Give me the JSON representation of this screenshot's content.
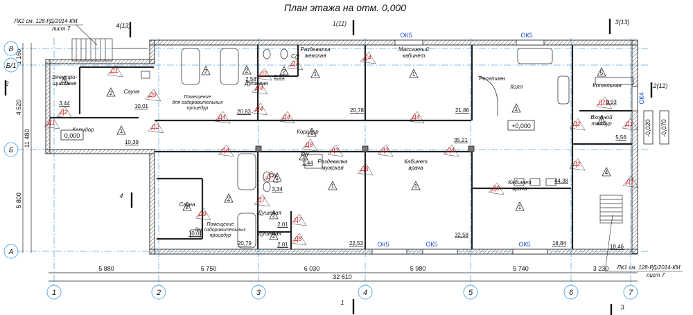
{
  "title": "План этажа на отм. 0,000",
  "notes": {
    "lk2": "ЛК2 см. 128-РД/2014-КМ",
    "lk2_sheet": "лист 7",
    "lk1": "ЛК1 см. 128-РД/2014-КМ",
    "lk1_sheet": "лист 7"
  },
  "section_marks": [
    "4(13)",
    "1(11)",
    "3(13)",
    "2(12)",
    "4",
    "1",
    "3",
    "2"
  ],
  "grid_rows": [
    "В",
    "Б/1",
    "Б",
    "А"
  ],
  "grid_cols": [
    "1",
    "2",
    "3",
    "4",
    "5",
    "6",
    "7"
  ],
  "dims": {
    "row_spacing": [
      "1 160",
      "4 520",
      "5 800"
    ],
    "row_total": "11 480",
    "col_spacing": [
      "5 880",
      "5 750",
      "6 030",
      "5 980",
      "5 740",
      "3 230"
    ],
    "col_total": "32 610"
  },
  "rooms": [
    {
      "num": "3",
      "name": "Электро-\nщитовая",
      "area": "3,44"
    },
    {
      "num": "2",
      "name": "Сауна",
      "area": "10,01"
    },
    {
      "num": "1",
      "name": "Коридор",
      "area": "10,39"
    },
    {
      "num": "2",
      "name": "Помещение\nдля оздоровительных\nпроцедур",
      "area": "20,83"
    },
    {
      "num": "2",
      "name": "Душевая",
      "area": "2,58"
    },
    {
      "num": "2",
      "name": "С/у",
      "area": "2,31"
    },
    {
      "num": "1",
      "name": "Раздевалка\nженская",
      "area": "20,78"
    },
    {
      "num": "1",
      "name": "Массажный\nкабинет",
      "area": "21,86"
    },
    {
      "num": "1",
      "name": "Холл",
      "area": ""
    },
    {
      "num": "5",
      "name": "Котельная",
      "area": "9,93"
    },
    {
      "num": "1",
      "name": "Входной\nтамбур",
      "area": "5,56"
    },
    {
      "num": "1",
      "name": "Коридор",
      "area": "35,21"
    },
    {
      "num": "1",
      "name": "С/у",
      "area": "1,44"
    },
    {
      "num": "1",
      "name": "С/у",
      "area": "3,34"
    },
    {
      "num": "1",
      "name": "Раздевалка\nмужская",
      "area": "22,53"
    },
    {
      "num": "1",
      "name": "Кабинет\nврача",
      "area": "32,58"
    },
    {
      "num": "1",
      "name": "Кабинет\nврача",
      "area": "18,84"
    },
    {
      "num": "2",
      "name": "Сауна",
      "area": "10,01"
    },
    {
      "num": "2",
      "name": "Помещение\nдля оздоровительных\nпроцедур",
      "area": "20,79"
    },
    {
      "num": "2",
      "name": "Душевая",
      "area": "2,01"
    },
    {
      "num": "2",
      "name": "Душевая",
      "area": "2,01"
    },
    {
      "num": "4",
      "name": "",
      "area": "18,46"
    },
    {
      "num": "",
      "name": "",
      "area": "44,38"
    }
  ],
  "extra_labels": {
    "reception": "Ресепшен",
    "zero": "0,000",
    "zero_hall": "+0,000",
    "lvl1": "-0,020",
    "lvl2": "-0,070"
  },
  "door_marks": [
    "Д1",
    "Д2",
    "Д9",
    "Д2",
    "Д4",
    "Д4",
    "Д7",
    "Д7",
    "Д4",
    "Д4",
    "Д4",
    "Д4",
    "Д2",
    "Д1",
    "Д2",
    "Д10",
    "Д1",
    "Д3",
    "Д3",
    "Д3",
    "Д4",
    "Д4",
    "Д8",
    "Д7",
    "Д9",
    "Д7",
    "Д7",
    "Д3",
    "Д8",
    "Д1"
  ],
  "window_marks": [
    "ОК5",
    "ОК5",
    "ОК4",
    "ОК5",
    "ОК5",
    "ОК5"
  ],
  "colors": {
    "wall": "#222222",
    "door_mark": "#d21f1f",
    "window_mark": "#1a4fd0",
    "axis": "#5aa9e6"
  }
}
